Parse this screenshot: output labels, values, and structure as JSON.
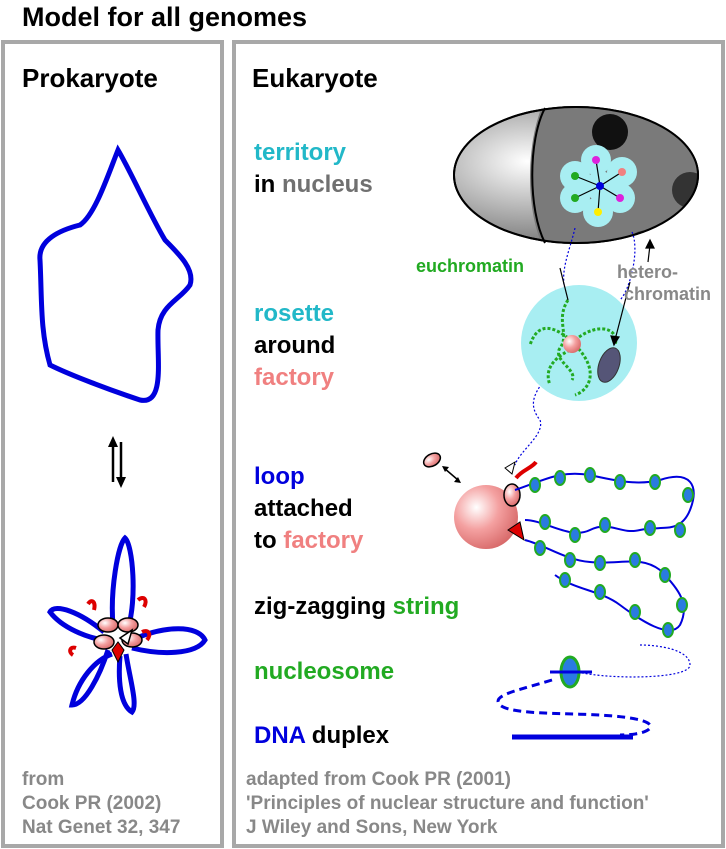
{
  "title": "Model for all genomes",
  "prokaryote": {
    "heading": "Prokaryote",
    "citation": [
      "from",
      "Cook PR (2002)",
      "Nat Genet 32, 347"
    ]
  },
  "eukaryote": {
    "heading": "Eukaryote",
    "labels": {
      "territory": "territory",
      "in": "in",
      "nucleus": "nucleus",
      "rosette": "rosette",
      "around": "around",
      "factory1": "factory",
      "loop": "loop",
      "attached": "attached",
      "to": "to",
      "factory2": "factory",
      "zigzagging": "zig-zagging",
      "string": "string",
      "nucleosome": "nucleosome",
      "dna": "DNA",
      "duplex": "duplex"
    },
    "annotations": {
      "euchromatin": "euchromatin",
      "hetero1": "hetero-",
      "hetero2": "chromatin"
    },
    "citation": [
      "adapted from Cook PR (2001)",
      "'Principles of nuclear structure and function'",
      "J Wiley and Sons, New York"
    ]
  },
  "colors": {
    "blue": "#0000dd",
    "cyan": "#22b8c8",
    "grey": "#707070",
    "salmon": "#f08080",
    "green": "#22aa22",
    "panel_border": "#a8a8a8"
  }
}
